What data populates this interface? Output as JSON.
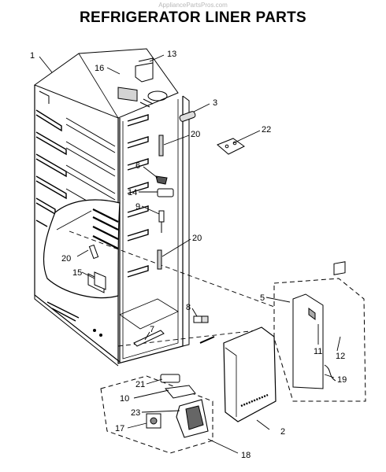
{
  "watermark": "AppliancePartsPros.com",
  "title": "REFRIGERATOR LINER PARTS",
  "callouts": [
    "1",
    "13",
    "16",
    "3",
    "20",
    "22",
    "6",
    "14",
    "9",
    "20",
    "20",
    "15",
    "5",
    "8",
    "7",
    "11",
    "12",
    "19",
    "21",
    "10",
    "23",
    "17",
    "2",
    "18"
  ]
}
